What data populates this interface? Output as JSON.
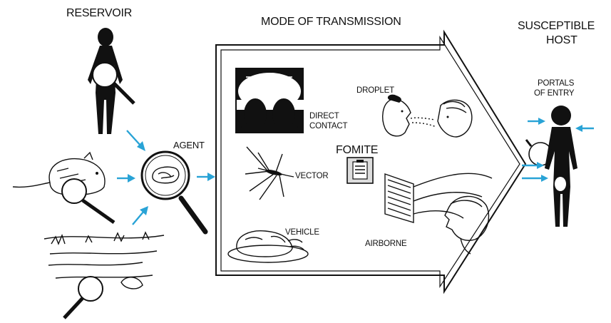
{
  "labels": {
    "reservoir": "RESERVOIR",
    "mode_of_transmission": "MODE OF TRANSMISSION",
    "susceptible_host_line1": "SUSCEPTIBLE",
    "susceptible_host_line2": "HOST",
    "agent": "AGENT",
    "direct_contact_line1": "DIRECT",
    "direct_contact_line2": "CONTACT",
    "droplet": "DROPLET",
    "fomite": "FOMITE",
    "vector": "VECTOR",
    "vehicle": "VEHICLE",
    "airborne": "AIRBORNE",
    "portals_line1": "PORTALS",
    "portals_line2": "OF ENTRY"
  },
  "colors": {
    "flow_arrow": "#29a3d6",
    "ink": "#111111",
    "background": "#ffffff"
  },
  "icons": {
    "reservoir_person": "human-figure-with-magnifier",
    "reservoir_animal": "rat-with-magnifier",
    "reservoir_environment": "soil-water-with-magnifier",
    "agent": "magnifier-with-microbe",
    "direct_contact": "kissing-couple",
    "droplet": "sneezing-faces",
    "vector": "mosquito",
    "fomite": "telephone-object",
    "vehicle": "roast-chicken",
    "airborne": "air-vent-breathing-face",
    "host": "human-figure-with-entry-arrows"
  }
}
